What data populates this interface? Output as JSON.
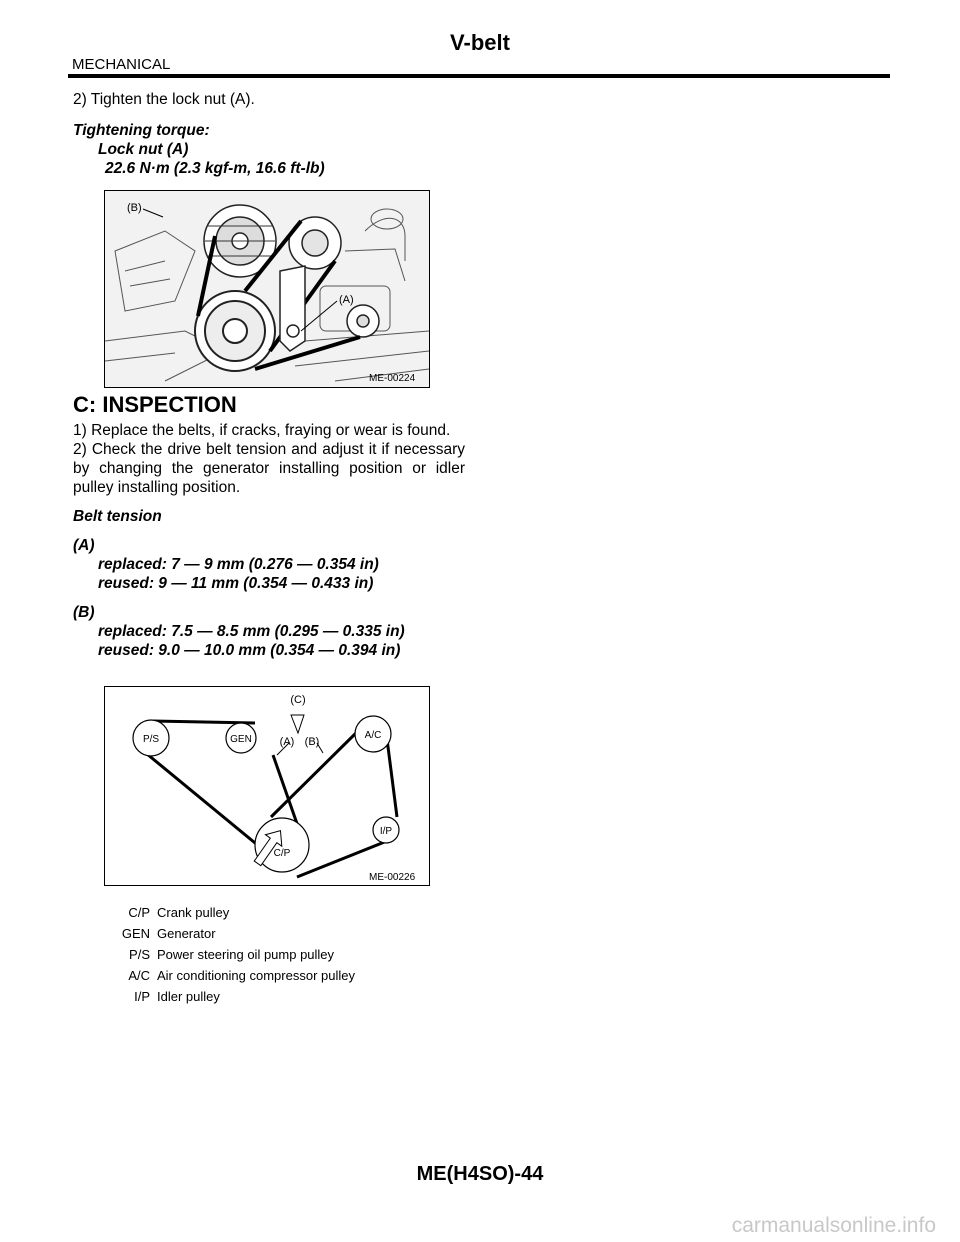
{
  "header": {
    "section": "MECHANICAL",
    "title": "V-belt"
  },
  "lock_nut_step": {
    "instruction": "2) Tighten the lock nut (A).",
    "torque_heading": "Tightening torque:",
    "torque_item": "Lock nut (A)",
    "torque_value": "22.6 N·m (2.3 kgf-m, 16.6 ft-lb)"
  },
  "figure1": {
    "id": "ME-00224",
    "label_a": "(A)",
    "label_b": "(B)"
  },
  "inspection": {
    "heading": "C:  INSPECTION",
    "step1": "1) Replace the belts, if cracks, fraying or wear is found.",
    "step2": "2) Check the drive belt tension and adjust it if necessary by changing the generator installing position or idler pulley installing position.",
    "belt_tension_heading": "Belt tension",
    "a_label": "(A)",
    "a_replaced": "replaced: 7 — 9 mm (0.276 — 0.354 in)",
    "a_reused": "reused: 9 — 11 mm (0.354 — 0.433 in)",
    "b_label": "(B)",
    "b_replaced": "replaced: 7.5 — 8.5 mm (0.295 — 0.335 in)",
    "b_reused": "reused: 9.0 — 10.0 mm (0.354 — 0.394 in)"
  },
  "figure2": {
    "id": "ME-00226",
    "label_c": "(C)",
    "label_a": "(A)",
    "label_b": "(B)",
    "ps": "P/S",
    "gen": "GEN",
    "ac": "A/C",
    "ip": "I/P",
    "cp": "C/P"
  },
  "legend": [
    {
      "code": "C/P",
      "desc": "Crank pulley"
    },
    {
      "code": "GEN",
      "desc": "Generator"
    },
    {
      "code": "P/S",
      "desc": "Power steering oil pump pulley"
    },
    {
      "code": "A/C",
      "desc": "Air conditioning compressor pulley"
    },
    {
      "code": "I/P",
      "desc": "Idler pulley"
    }
  ],
  "footer": {
    "page": "ME(H4SO)-44"
  },
  "watermark": "carmanualsonline.info"
}
